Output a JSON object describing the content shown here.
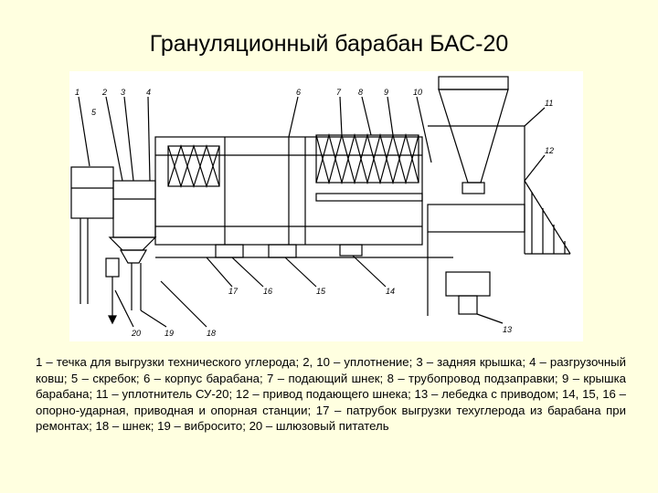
{
  "title": "Грануляционный барабан БАС-20",
  "callouts": [
    "1",
    "2",
    "3",
    "4",
    "5",
    "6",
    "7",
    "8",
    "9",
    "10",
    "11",
    "12",
    "13",
    "14",
    "15",
    "16",
    "17",
    "18",
    "19",
    "20"
  ],
  "caption": "1 – течка для выгрузки технического углерода; 2, 10 – уплотнение; 3 – задняя крышка; 4 – разгрузочный ковш; 5 – скребок; 6 – корпус барабана; 7 – подающий шнек; 8 – трубопровод подзаправки; 9 – крышка барабана; 11 – уплотнитель СУ-20; 12 – привод подающего шнека; 13 – лебедка с приводом; 14, 15, 16 – опорно-ударная, приводная и опорная станции; 17 – патрубок выгрузки техуглерода из барабана при ремонтах; 18 – шнек; 19 – вибросито; 20 – шлюзовый питатель"
}
